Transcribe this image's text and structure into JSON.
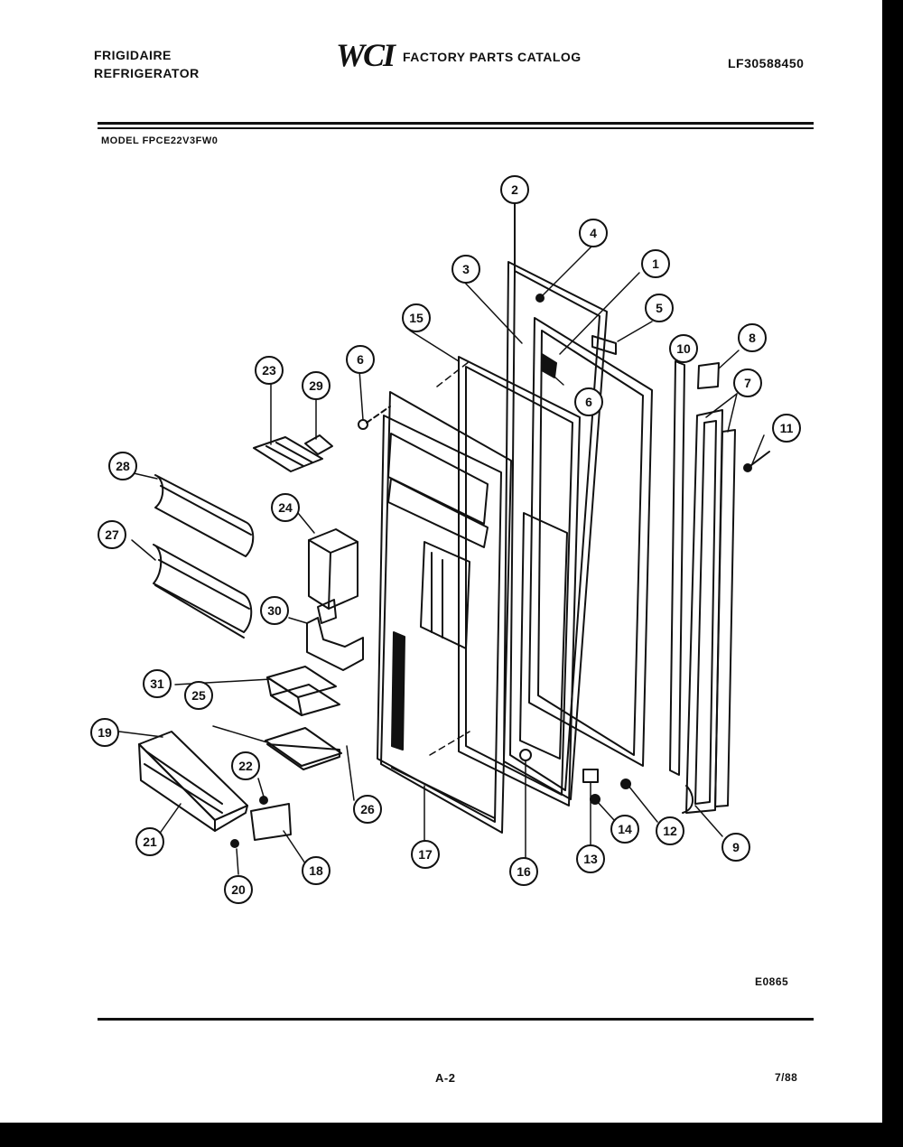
{
  "header": {
    "brand_line1": "FRIGIDAIRE",
    "brand_line2": "REFRIGERATOR",
    "catalog_logo": "WCI",
    "catalog_title": "FACTORY PARTS CATALOG",
    "catalog_number": "LF30588450",
    "model": "MODEL FPCE22V3FW0"
  },
  "diagram": {
    "code": "E0865",
    "callouts": [
      {
        "label": "1"
      },
      {
        "label": "2"
      },
      {
        "label": "3"
      },
      {
        "label": "4"
      },
      {
        "label": "5"
      },
      {
        "label": "6"
      },
      {
        "label": "6"
      },
      {
        "label": "7"
      },
      {
        "label": "8"
      },
      {
        "label": "9"
      },
      {
        "label": "10"
      },
      {
        "label": "11"
      },
      {
        "label": "12"
      },
      {
        "label": "13"
      },
      {
        "label": "14"
      },
      {
        "label": "15"
      },
      {
        "label": "16"
      },
      {
        "label": "17"
      },
      {
        "label": "18"
      },
      {
        "label": "19"
      },
      {
        "label": "20"
      },
      {
        "label": "21"
      },
      {
        "label": "22"
      },
      {
        "label": "23"
      },
      {
        "label": "24"
      },
      {
        "label": "25"
      },
      {
        "label": "26"
      },
      {
        "label": "27"
      },
      {
        "label": "28"
      },
      {
        "label": "29"
      },
      {
        "label": "30"
      },
      {
        "label": "31"
      }
    ]
  },
  "footer": {
    "page_number": "A-2",
    "date": "7/88"
  }
}
